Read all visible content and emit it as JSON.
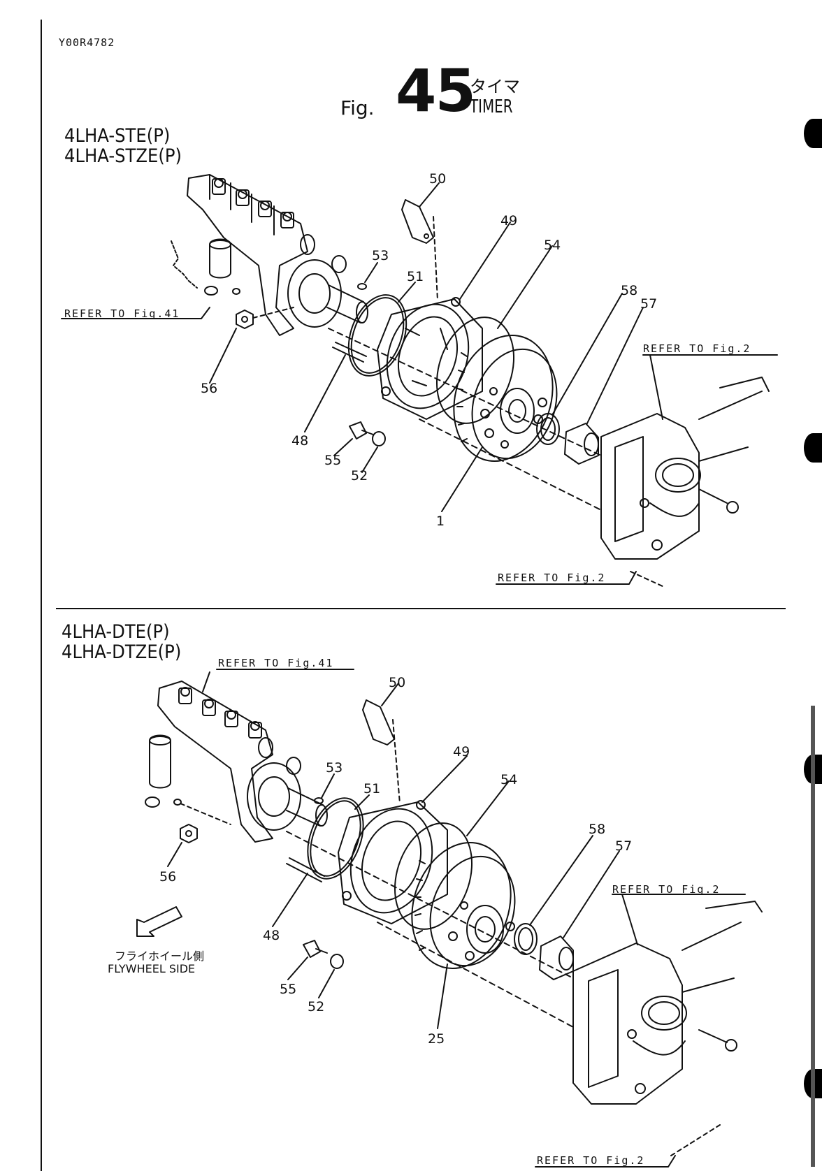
{
  "document": {
    "id": "Y00R4782",
    "figure_prefix": "Fig.",
    "figure_number": "45",
    "title_jp": "タイマ",
    "title_en": "TIMER"
  },
  "top_section": {
    "models": [
      "4LHA-STE(P)",
      "4LHA-STZE(P)"
    ],
    "refers": [
      "REFER TO Fig.41",
      "REFER TO Fig.2",
      "REFER TO Fig.2"
    ],
    "callouts": [
      "50",
      "49",
      "54",
      "53",
      "51",
      "58",
      "57",
      "56",
      "48",
      "55",
      "52",
      "1"
    ]
  },
  "bottom_section": {
    "models": [
      "4LHA-DTE(P)",
      "4LHA-DTZE(P)"
    ],
    "refers": [
      "REFER TO Fig.41",
      "REFER TO Fig.2",
      "REFER TO Fig.2"
    ],
    "callouts": [
      "50",
      "49",
      "53",
      "51",
      "54",
      "58",
      "57",
      "56",
      "48",
      "55",
      "52",
      "25"
    ],
    "flywheel_jp": "フライホイール側",
    "flywheel_en": "FLYWHEEL SIDE"
  }
}
